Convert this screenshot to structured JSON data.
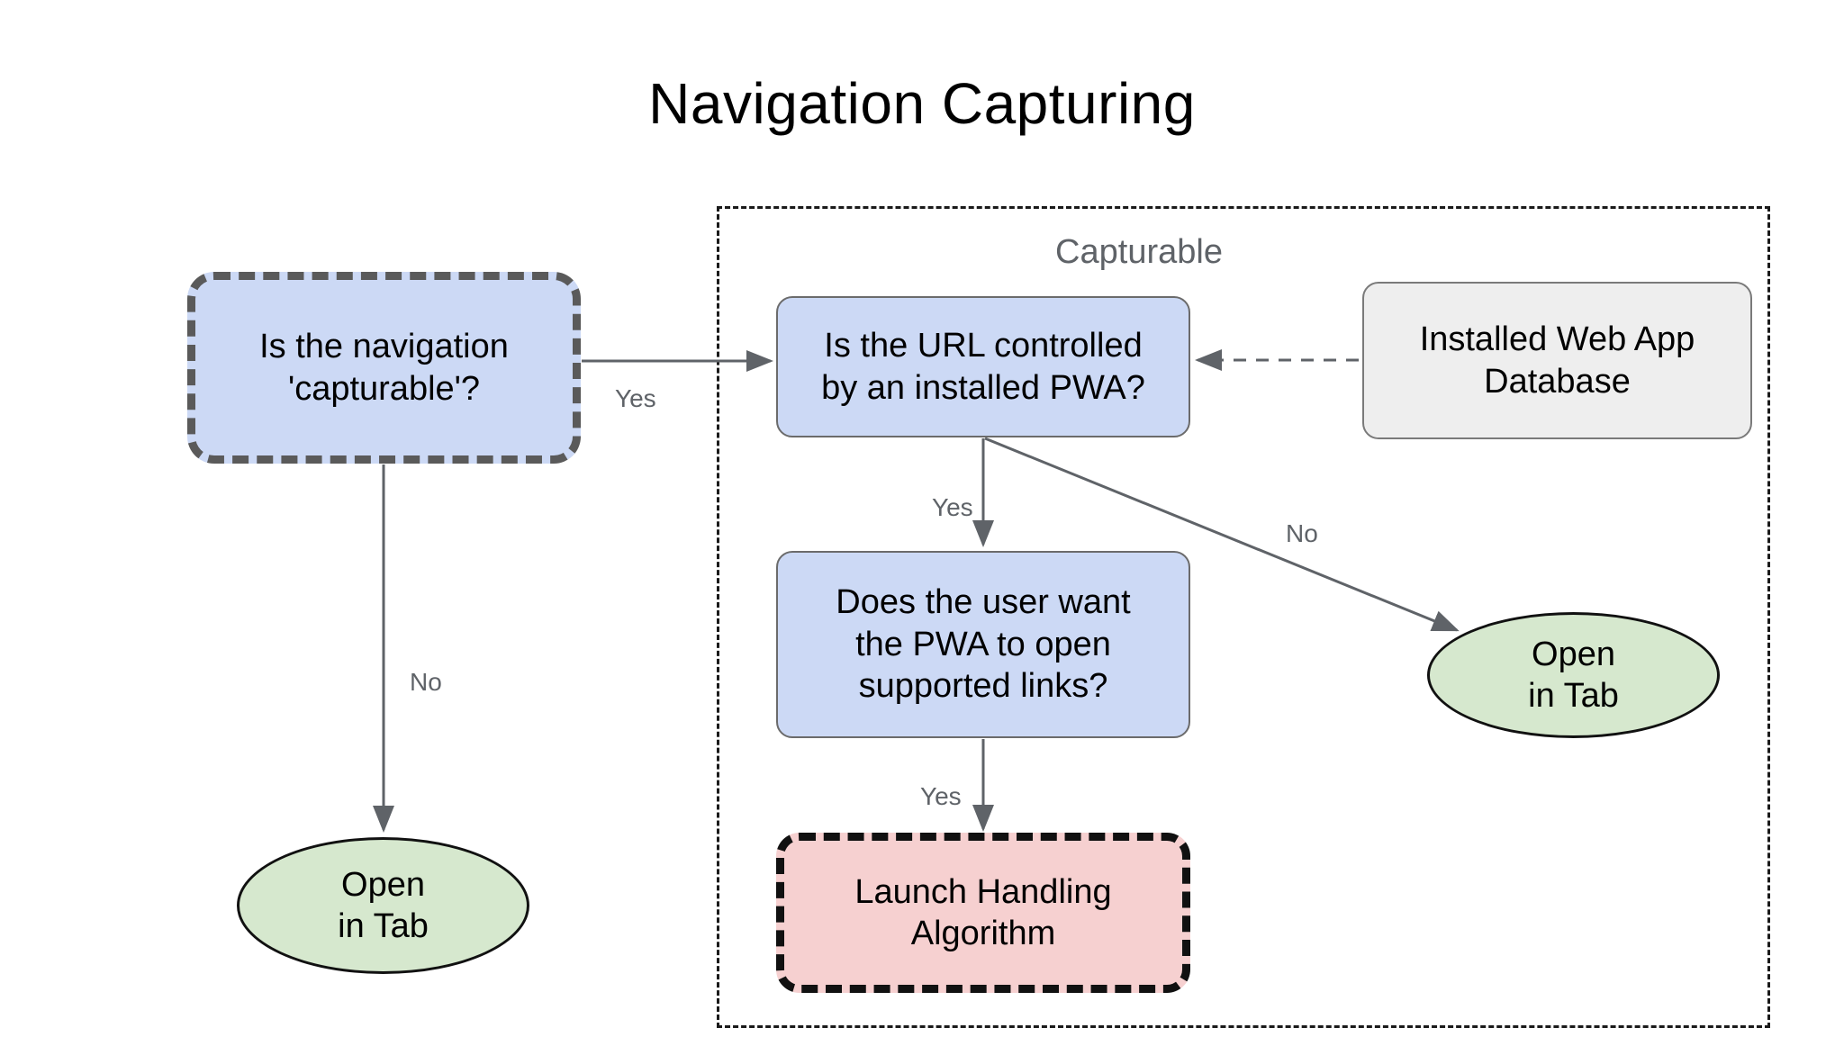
{
  "title": "Navigation Capturing",
  "group": {
    "label": "Capturable"
  },
  "nodes": {
    "capturable_question": {
      "id": "is-navigation-capturable",
      "shape": "rounded-rect",
      "style": "thick-dashed",
      "fill": "#ccd9f5",
      "stroke": "#5a5a5a",
      "lines": [
        "Is the navigation",
        "'capturable'?"
      ]
    },
    "url_question": {
      "id": "is-url-controlled-by-installed-pwa",
      "shape": "rounded-rect",
      "style": "solid",
      "fill": "#ccd9f5",
      "stroke": "#6b6b6b",
      "lines": [
        "Is the URL controlled",
        "by an installed PWA?"
      ]
    },
    "database": {
      "id": "installed-web-app-database",
      "shape": "rounded-rect",
      "style": "solid",
      "fill": "#eeeeee",
      "stroke": "#7a7a7a",
      "lines": [
        "Installed Web App",
        "Database"
      ]
    },
    "user_question": {
      "id": "does-user-want-pwa-to-open-supported-links",
      "shape": "rounded-rect",
      "style": "solid",
      "fill": "#ccd9f5",
      "stroke": "#6b6b6b",
      "lines": [
        "Does the user want",
        "the PWA to open",
        "supported links?"
      ]
    },
    "launch_handling": {
      "id": "launch-handling-algorithm",
      "shape": "rounded-rect",
      "style": "thick-dashed",
      "fill": "#f6d0d0",
      "stroke": "#111111",
      "lines": [
        "Launch Handling",
        "Algorithm"
      ]
    },
    "open_in_tab_left": {
      "id": "open-in-tab",
      "shape": "ellipse",
      "style": "solid",
      "fill": "#d6e8ce",
      "stroke": "#111111",
      "lines": [
        "Open",
        "in Tab"
      ]
    },
    "open_in_tab_right": {
      "id": "open-in-tab",
      "shape": "ellipse",
      "style": "solid",
      "fill": "#d6e8ce",
      "stroke": "#111111",
      "lines": [
        "Open",
        "in Tab"
      ]
    }
  },
  "edges": [
    {
      "from": "capturable_question",
      "to": "url_question",
      "label": "Yes",
      "style": "solid",
      "arrow": "end"
    },
    {
      "from": "capturable_question",
      "to": "open_in_tab_left",
      "label": "No",
      "style": "solid",
      "arrow": "end"
    },
    {
      "from": "url_question",
      "to": "user_question",
      "label": "Yes",
      "style": "solid",
      "arrow": "end"
    },
    {
      "from": "url_question",
      "to": "open_in_tab_right",
      "label": "No",
      "style": "solid",
      "arrow": "end"
    },
    {
      "from": "user_question",
      "to": "launch_handling",
      "label": "Yes",
      "style": "solid",
      "arrow": "end"
    },
    {
      "from": "database",
      "to": "url_question",
      "label": "",
      "style": "dashed",
      "arrow": "end"
    }
  ],
  "colors": {
    "background": "#ffffff",
    "decision_fill": "#ccd9f5",
    "terminal_fill": "#d6e8ce",
    "algorithm_fill": "#f6d0d0",
    "datastore_fill": "#eeeeee",
    "edge_stroke": "#5f6368",
    "label_text": "#5f6368"
  }
}
